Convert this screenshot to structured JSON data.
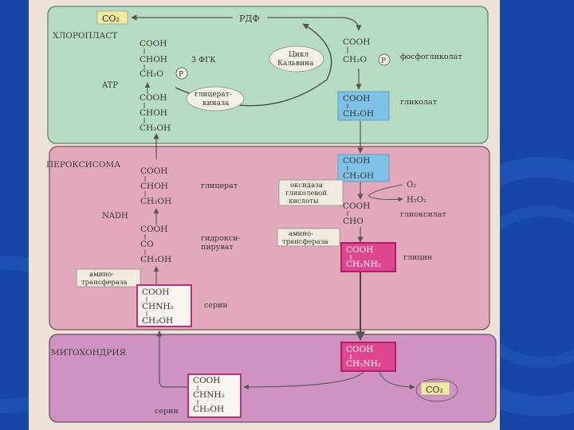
{
  "slide": {
    "background_color": "#1546a8",
    "scan_background": "#ece3d6"
  },
  "compartments": {
    "chloroplast": {
      "label": "ХЛОРОПЛАСТ",
      "color": "#b7dcc4"
    },
    "peroxisome": {
      "label": "ПЕРОКСИСОМА",
      "color": "#e2a9bd"
    },
    "mitochondrion": {
      "label": "МИТОХОНДРИЯ",
      "color": "#cf93c2"
    }
  },
  "chloroplast": {
    "co2": "CO₂",
    "rdf": "РДФ",
    "calvin_cycle": [
      "Цикл",
      "Кальвина"
    ],
    "pga_label": "3 ФГК",
    "atp": "ATP",
    "glycerate_kinase": [
      "глицерат-",
      "киназа"
    ],
    "pga": {
      "l1": "COOH",
      "l2": "CHOH",
      "l3": "CH₂O",
      "p": "P"
    },
    "glycerate_c": {
      "l1": "COOH",
      "l2": "CHOH",
      "l3": "CH₂OH"
    },
    "phosphoglycolate": {
      "l1": "COOH",
      "l2": "CH₂O",
      "p": "P",
      "label": "фосфогликолат"
    },
    "glycolate": {
      "l1": "COOH",
      "l2": "CH₂OH",
      "label": "гликолат"
    }
  },
  "peroxisome": {
    "glycolate": {
      "l1": "COOH",
      "l2": "CH₂OH"
    },
    "oxidase": [
      "оксидаза",
      "гликолевой",
      "кислоты"
    ],
    "o2": "O₂",
    "h2o2": "H₂O₂",
    "glyoxylate": {
      "l1": "COOH",
      "l2": "CHO",
      "label": "глиоксилат"
    },
    "aminotransferase_right": [
      "амино-",
      "трансфераза"
    ],
    "glycine": {
      "l1": "COOH",
      "l2": "CH₂NH₂",
      "label": "глицин"
    },
    "glycerate": {
      "l1": "COOH",
      "l2": "CHOH",
      "l3": "CH₂OH",
      "label": "глицерат"
    },
    "nadh": "NADH",
    "hydroxypyruvate": {
      "l1": "COOH",
      "l2": "CO",
      "l3": "CH₂OH",
      "label": [
        "гидрокси-",
        "пируват"
      ]
    },
    "aminotransferase_left": [
      "амино-",
      "трансфераза"
    ],
    "serine": {
      "l1": "COOH",
      "l2": "CHNH₂",
      "l3": "CH₂OH",
      "label": "серин"
    }
  },
  "mitochondrion": {
    "glycine": {
      "l1": "COOH",
      "l2": "CH₂NH₂"
    },
    "co2": "CO₂",
    "serine": {
      "l1": "COOH",
      "l2": "CHNH₂",
      "l3": "CH₂OH",
      "label": "серин"
    }
  }
}
